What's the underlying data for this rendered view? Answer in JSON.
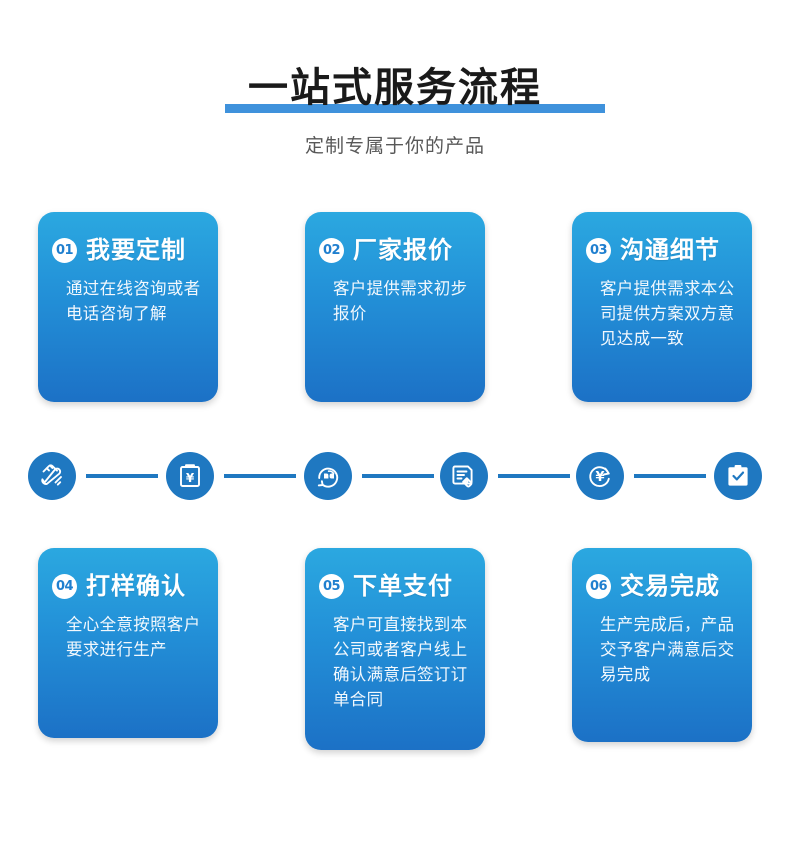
{
  "header": {
    "title": "一站式服务流程",
    "subtitle": "定制专属于你的产品",
    "underline_color": "#3f92dc"
  },
  "theme": {
    "card_gradient_top": "#2ba8e0",
    "card_gradient_bottom": "#1c71c6",
    "icon_blue": "#1f78c1",
    "badge_text_color": "#1f7fcf"
  },
  "cards": [
    {
      "number": "01",
      "title": "我要定制",
      "body": "通过在线咨询或者电话咨询了解"
    },
    {
      "number": "02",
      "title": "厂家报价",
      "body": "客户提供需求初步报价"
    },
    {
      "number": "03",
      "title": "沟通细节",
      "body": "客户提供需求本公司提供方案双方意见达成一致"
    },
    {
      "number": "04",
      "title": "打样确认",
      "body": "全心全意按照客户要求进行生产"
    },
    {
      "number": "05",
      "title": "下单支付",
      "body": "客户可直接找到本公司或者客户线上确认满意后签订订单合同"
    },
    {
      "number": "06",
      "title": "交易完成",
      "body": "生产完成后，产品交予客户满意后交易完成"
    }
  ],
  "flow_icons": [
    {
      "name": "design-pen-ruler-icon",
      "meaning": "定制设计"
    },
    {
      "name": "clipboard-yuan-quote-icon",
      "meaning": "报价"
    },
    {
      "name": "headset-support-icon",
      "meaning": "沟通"
    },
    {
      "name": "document-sign-tag-icon",
      "meaning": "打样确认"
    },
    {
      "name": "yuan-refresh-payment-icon",
      "meaning": "下单支付"
    },
    {
      "name": "clipboard-check-icon",
      "meaning": "交易完成"
    }
  ]
}
